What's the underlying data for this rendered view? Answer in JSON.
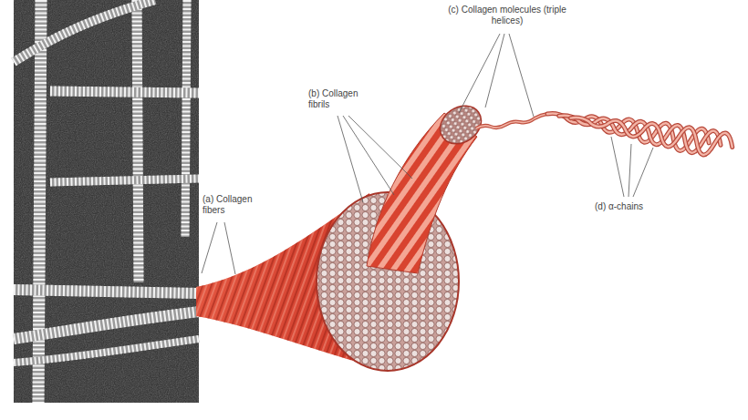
{
  "diagram": {
    "labels": [
      "(a) Collagen fibers",
      "(b) Collagen fibrils",
      "(c) Collagen molecules (triple helices)",
      "(d) α-chains"
    ]
  }
}
